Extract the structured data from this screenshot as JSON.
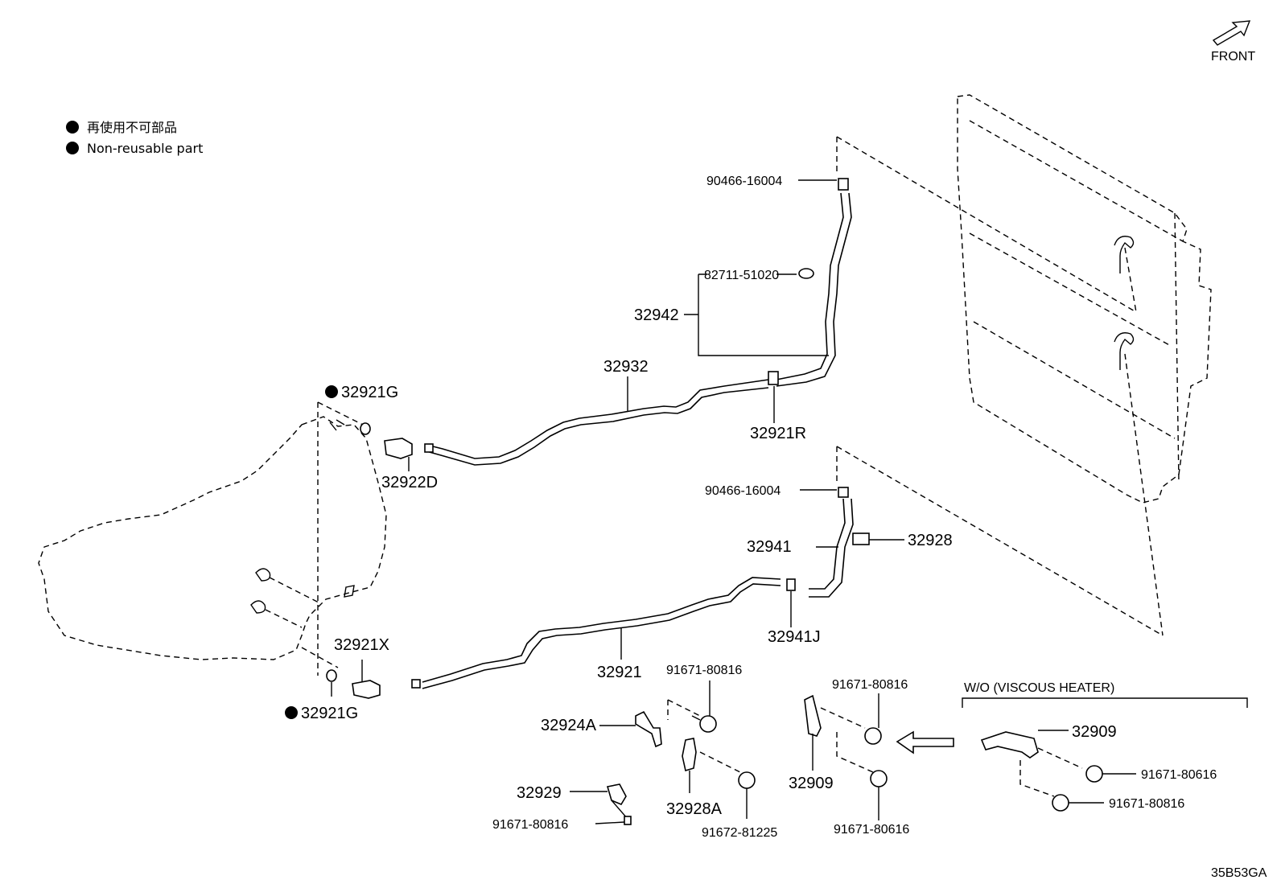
{
  "header": {
    "direction_label": "FRONT",
    "diagram_code": "35B53GA"
  },
  "legend": {
    "items": [
      {
        "symbol": "filled-circle",
        "text": "再使用不可部品"
      },
      {
        "symbol": "filled-circle",
        "text": "Non-reusable part"
      }
    ]
  },
  "variant_box": {
    "title": "W/O (VISCOUS HEATER)"
  },
  "part_labels": [
    {
      "id": "p90466_upper",
      "text": "90466-16004"
    },
    {
      "id": "p82711",
      "text": "82711-51020"
    },
    {
      "id": "p32942",
      "text": "32942"
    },
    {
      "id": "p32932",
      "text": "32932"
    },
    {
      "id": "p32921R",
      "text": "32921R"
    },
    {
      "id": "p32921G_upper",
      "text": "32921G",
      "non_reusable": true
    },
    {
      "id": "p32922D",
      "text": "32922D"
    },
    {
      "id": "p90466_lower",
      "text": "90466-16004"
    },
    {
      "id": "p32941",
      "text": "32941"
    },
    {
      "id": "p32928",
      "text": "32928"
    },
    {
      "id": "p32941J",
      "text": "32941J"
    },
    {
      "id": "p32921X",
      "text": "32921X"
    },
    {
      "id": "p32921",
      "text": "32921"
    },
    {
      "id": "p32921G_lower",
      "text": "32921G",
      "non_reusable": true
    },
    {
      "id": "p91671_80816_a",
      "text": "91671-80816"
    },
    {
      "id": "p32924A",
      "text": "32924A"
    },
    {
      "id": "p32928A",
      "text": "32928A"
    },
    {
      "id": "p91672",
      "text": "91672-81225"
    },
    {
      "id": "p32929",
      "text": "32929"
    },
    {
      "id": "p91671_80816_b",
      "text": "91671-80816"
    },
    {
      "id": "p91671_80816_c",
      "text": "91671-80816"
    },
    {
      "id": "p32909_a",
      "text": "32909"
    },
    {
      "id": "p91671_80616_a",
      "text": "91671-80616"
    },
    {
      "id": "p32909_b",
      "text": "32909"
    },
    {
      "id": "p91671_80616_b",
      "text": "91671-80616"
    },
    {
      "id": "p91671_80816_d",
      "text": "91671-80816"
    }
  ]
}
